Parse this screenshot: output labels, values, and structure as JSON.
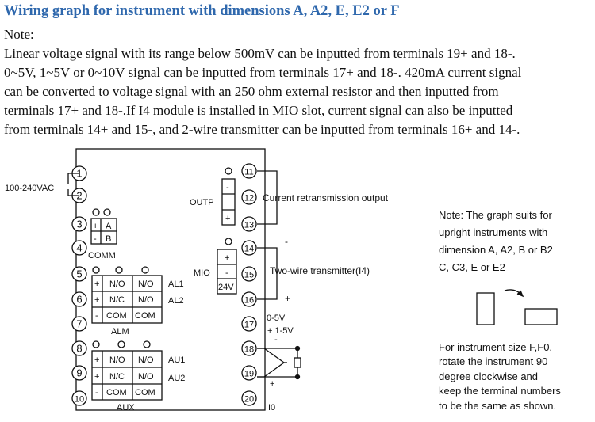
{
  "header": {
    "title": "Wiring graph for instrument with dimensions A, A2, E, E2 or F",
    "note_label": "Note:",
    "lines": [
      "Linear voltage signal with its range below 500mV can be inputted from terminals 19+ and 18-.",
      " 0~5V, 1~5V or 0~10V signal can be inputted from terminals 17+ and 18-. 420mA current signal",
      "can be converted to voltage signal with an 250 ohm external resistor and then inputted from",
      "terminals 17+ and 18-.If I4 module is installed in MIO slot, current signal can also be inputted",
      "from terminals 14+ and 15-, and 2-wire transmitter can be inputted from terminals 16+ and 14-."
    ]
  },
  "diagram": {
    "left_terminals": [
      "1",
      "2",
      "3",
      "4",
      "5",
      "6",
      "7",
      "8",
      "9",
      "10"
    ],
    "right_terminals": [
      "11",
      "12",
      "13",
      "14",
      "15",
      "16",
      "17",
      "18",
      "19",
      "20"
    ],
    "power": "100-240VAC",
    "comm": {
      "label": "COMM",
      "rows": [
        [
          "+",
          "A"
        ],
        [
          "-",
          "B"
        ]
      ]
    },
    "alm": {
      "label": "ALM",
      "rows": [
        [
          "+",
          "N/O",
          "N/O"
        ],
        [
          "+",
          "N/C",
          "N/O"
        ],
        [
          "-",
          "COM",
          "COM"
        ]
      ],
      "outputs": [
        "AL1",
        "AL2"
      ]
    },
    "aux": {
      "label": "AUX",
      "rows": [
        [
          "+",
          "N/O",
          "N/O"
        ],
        [
          "+",
          "N/C",
          "N/O"
        ],
        [
          "-",
          "COM",
          "COM"
        ]
      ],
      "outputs": [
        "AU1",
        "AU2"
      ]
    },
    "outp": {
      "label": "OUTP",
      "cells": [
        "-",
        "",
        "+"
      ]
    },
    "mio": {
      "label": "MIO",
      "cells": [
        "+",
        "-",
        "24V"
      ]
    },
    "current_retransmission": "Current retransmission output",
    "two_wire": "Two-wire transmitter(I4)",
    "minus": "-",
    "plus": "+",
    "v05": "0-5V",
    "v15": "+ 1-5V",
    "i0": "I0"
  },
  "side_note": {
    "lines": [
      "Note: The graph suits for",
      "upright instruments with",
      "dimension A, A2, B or B2",
      "C, C3, E or E2"
    ]
  },
  "rotate_note": {
    "lines": [
      "For instrument size F,F0,",
      "rotate the instrument 90",
      "degree clockwise and",
      "keep the terminal numbers",
      "to be the same as shown."
    ]
  }
}
